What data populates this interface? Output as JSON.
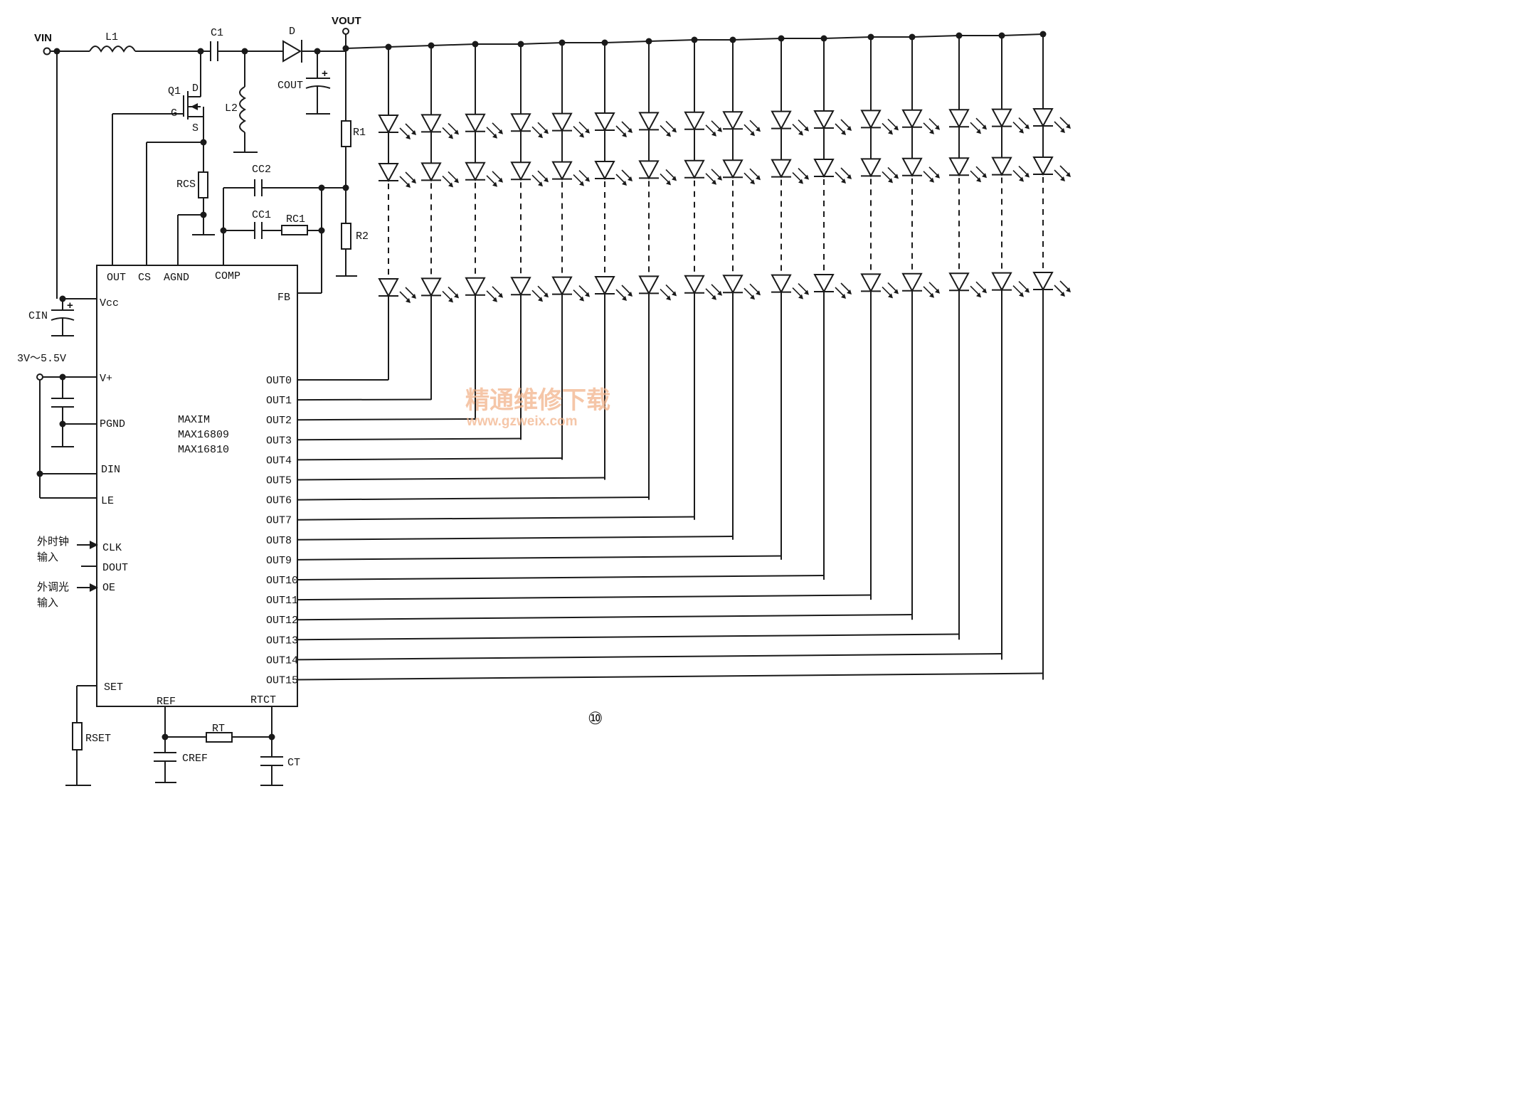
{
  "labels": {
    "vin": "VIN",
    "l1": "L1",
    "c1": "C1",
    "d": "D",
    "vout": "VOUT",
    "q1": "Q1",
    "q1_d": "D",
    "q1_g": "G",
    "q1_s": "S",
    "l2": "L2",
    "cout": "COUT",
    "r1": "R1",
    "r2": "R2",
    "rcs": "RCS",
    "cc2": "CC2",
    "cc1": "CC1",
    "rc1": "RC1",
    "cin": "CIN",
    "supply": "3V～5.5V",
    "rset": "RSET",
    "cref": "CREF",
    "rt": "RT",
    "ct": "CT"
  },
  "ic": {
    "vendor": "MAXIM",
    "part1": "MAX16809",
    "part2": "MAX16810",
    "top_pins": [
      "OUT",
      "CS",
      "AGND",
      "COMP"
    ],
    "fb": "FB",
    "left_pins": [
      "Vcc",
      "V+",
      "PGND",
      "DIN",
      "LE",
      "CLK",
      "DOUT",
      "OE",
      "SET"
    ],
    "bottom_pins": [
      "REF",
      "RTCT"
    ],
    "outputs": [
      "OUT0",
      "OUT1",
      "OUT2",
      "OUT3",
      "OUT4",
      "OUT5",
      "OUT6",
      "OUT7",
      "OUT8",
      "OUT9",
      "OUT10",
      "OUT11",
      "OUT12",
      "OUT13",
      "OUT14",
      "OUT15"
    ]
  },
  "inputs": {
    "clk_line1": "外时钟",
    "clk_line2": "输入",
    "oe_line1": "外调光",
    "oe_line2": "输入"
  },
  "watermark": {
    "line1": "精通维修下载",
    "line2": "www.gzweix.com"
  },
  "figure_number": "⑩"
}
